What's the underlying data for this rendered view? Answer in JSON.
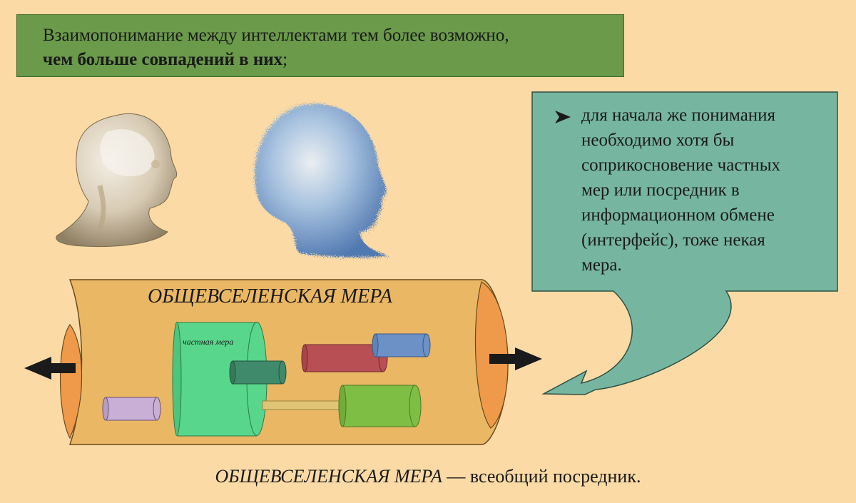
{
  "top_box": {
    "line1": "Взаимопонимание между интеллектами тем более возможно,",
    "line2_bold": "чем больше совпадений в них",
    "line2_tail": ";"
  },
  "callout": {
    "lines": [
      "для начала же понимания",
      "необходимо хотя бы",
      "соприкосновение частных",
      "мер или посредник в",
      "информационном обмене",
      "(интерфейс), тоже некая",
      "мера."
    ]
  },
  "diagram": {
    "big_measure_label": "ОБЩЕВСЕЛЕНСКАЯ МЕРА",
    "partial_measure_label": "частная мера"
  },
  "caption": {
    "term": "ОБЩЕВСЕЛЕНСКАЯ МЕРА",
    "rest": " — всеобщий посредник."
  },
  "colors": {
    "background": "#fbdaa5",
    "top_box": "#6a9a4a",
    "callout": "#76b6a0",
    "tube": "#eab765",
    "tube_ends": "#ef9a4a",
    "partial_measure": "#58d68b"
  }
}
